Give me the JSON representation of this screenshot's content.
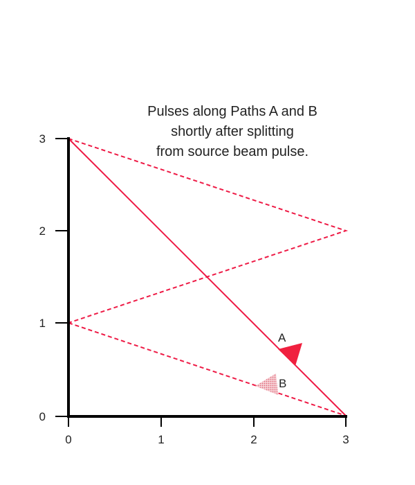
{
  "caption": {
    "line1": "Pulses along Paths A and B",
    "line2": "shortly after splitting",
    "line3": "from source beam pulse."
  },
  "axes": {
    "x_ticks": [
      "0",
      "1",
      "2",
      "3"
    ],
    "y_ticks": [
      "0",
      "1",
      "2",
      "3"
    ],
    "range": [
      0,
      3
    ]
  },
  "paths": {
    "A": {
      "label": "A",
      "style": "solid",
      "color": "#ee1a45",
      "points": [
        [
          0,
          3
        ],
        [
          3,
          0
        ]
      ]
    },
    "B": {
      "label": "B",
      "style": "dashed",
      "color": "#ee1a45",
      "points": [
        [
          0,
          3
        ],
        [
          3,
          2
        ],
        [
          0,
          1
        ],
        [
          3,
          0
        ]
      ]
    },
    "lower_dashed": {
      "style": "dashed",
      "color": "#ee1a45",
      "points": [
        [
          0,
          1
        ],
        [
          3,
          0
        ]
      ]
    }
  },
  "pulses": {
    "A": {
      "position": [
        2.45,
        0.65
      ],
      "color": "#f0203f",
      "fill": "solid"
    },
    "B": {
      "position": [
        2.2,
        0.33
      ],
      "color": "#e8838f",
      "fill": "dotted"
    }
  },
  "colors": {
    "axis": "#000000",
    "path": "#ee1a45"
  }
}
